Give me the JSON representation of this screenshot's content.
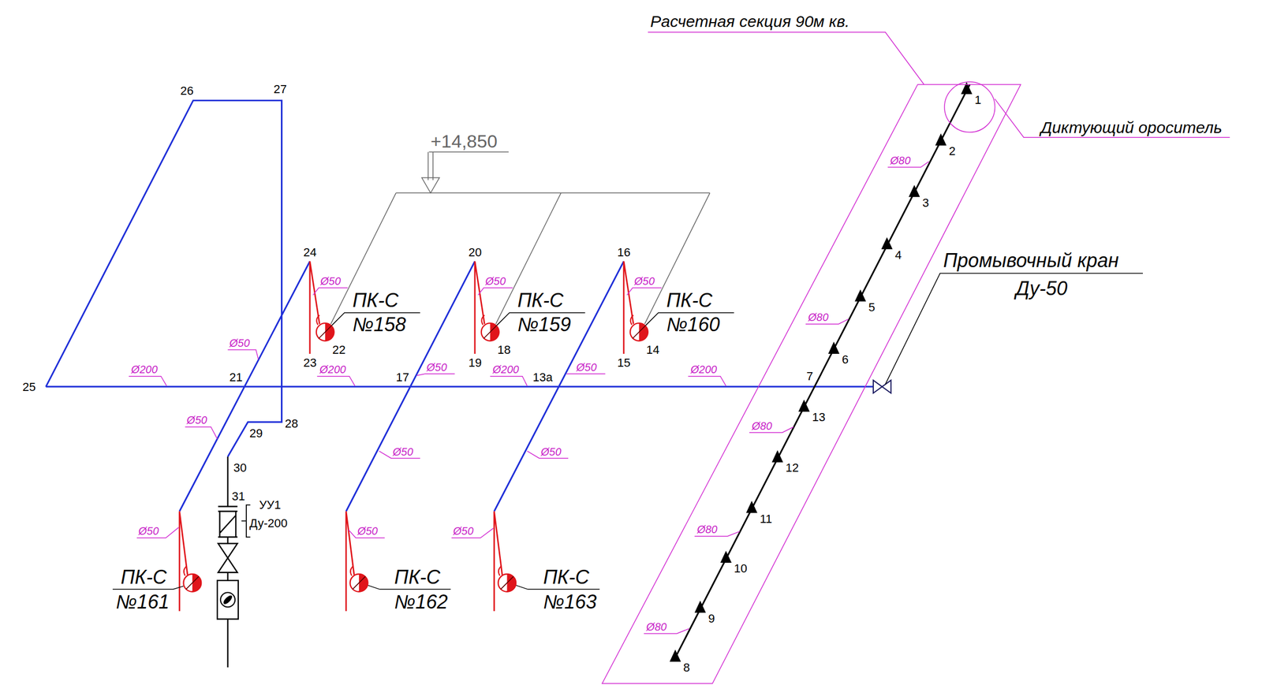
{
  "diagram": {
    "nodes": [
      {
        "text": [
          "Расчетная секция 90м кв."
        ]
      },
      {
        "text": [
          "Диктующий ороситель"
        ]
      }
    ],
    "labels": [
      "+14,850",
      "26",
      "27",
      "24",
      "20",
      "16",
      "Ø50",
      "Ø50",
      "Ø50",
      "ПК-С",
      "№158",
      "ПК-С",
      "№159",
      "ПК-С",
      "№160",
      "22",
      "18",
      "14",
      "23",
      "19",
      "15",
      "Ø50",
      "Ø200",
      "21",
      "Ø200",
      "17",
      "Ø50",
      "Ø200",
      "13a",
      "Ø50",
      "Ø200",
      "25",
      "28",
      "29",
      "Ø50",
      "30",
      "31",
      "УУ1",
      "Ду-200",
      "Ø50",
      "Ø50",
      "Ø50",
      "Ø50",
      "Ø50",
      "ПК-С",
      "№161",
      "ПК-С",
      "№162",
      "ПК-С",
      "№163",
      "Промывочный кран",
      "Ду-50",
      "1",
      "2",
      "Ø80",
      "3",
      "4",
      "5",
      "Ø80",
      "6",
      "7",
      "13",
      "Ø80",
      "12",
      "11",
      "Ø80",
      "10",
      "9",
      "Ø80",
      "8"
    ]
  }
}
